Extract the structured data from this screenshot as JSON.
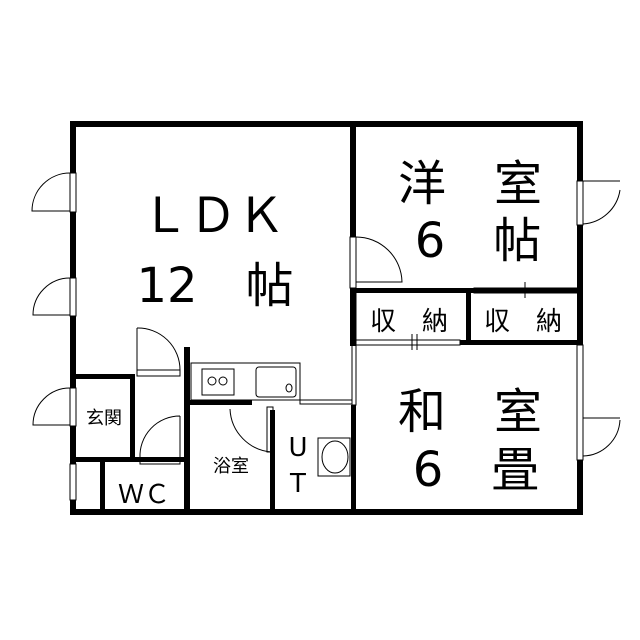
{
  "rooms": {
    "ldk": {
      "name": "ＬＤＫ",
      "size": "12　帖"
    },
    "western": {
      "name": "洋　室",
      "size": "6　帖"
    },
    "storage_left": {
      "name": "収　納"
    },
    "storage_right": {
      "name": "収　納"
    },
    "japanese": {
      "name": "和　室",
      "size": "6　畳"
    },
    "entrance": {
      "name": "玄関"
    },
    "wc": {
      "name": "ＷＣ"
    },
    "bath": {
      "name": "浴室"
    },
    "utility": {
      "u": "U",
      "t": "T"
    }
  },
  "colors": {
    "wall": "#000000",
    "background": "#ffffff"
  }
}
